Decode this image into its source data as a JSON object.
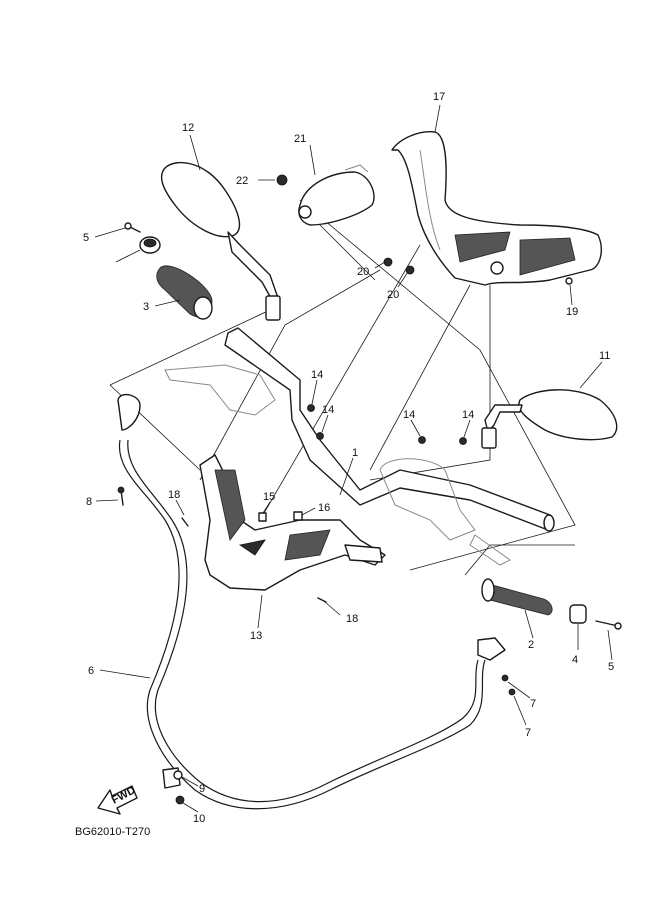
{
  "diagram": {
    "figure_code": "BG62010-T270",
    "fwd_label": "FWD",
    "callouts": [
      "1",
      "2",
      "3",
      "4",
      "5",
      "5",
      "6",
      "7",
      "7",
      "8",
      "9",
      "10",
      "11",
      "12",
      "13",
      "14",
      "14",
      "14",
      "14",
      "15",
      "16",
      "17",
      "18",
      "18",
      "19",
      "20",
      "20",
      "21",
      "22"
    ]
  }
}
